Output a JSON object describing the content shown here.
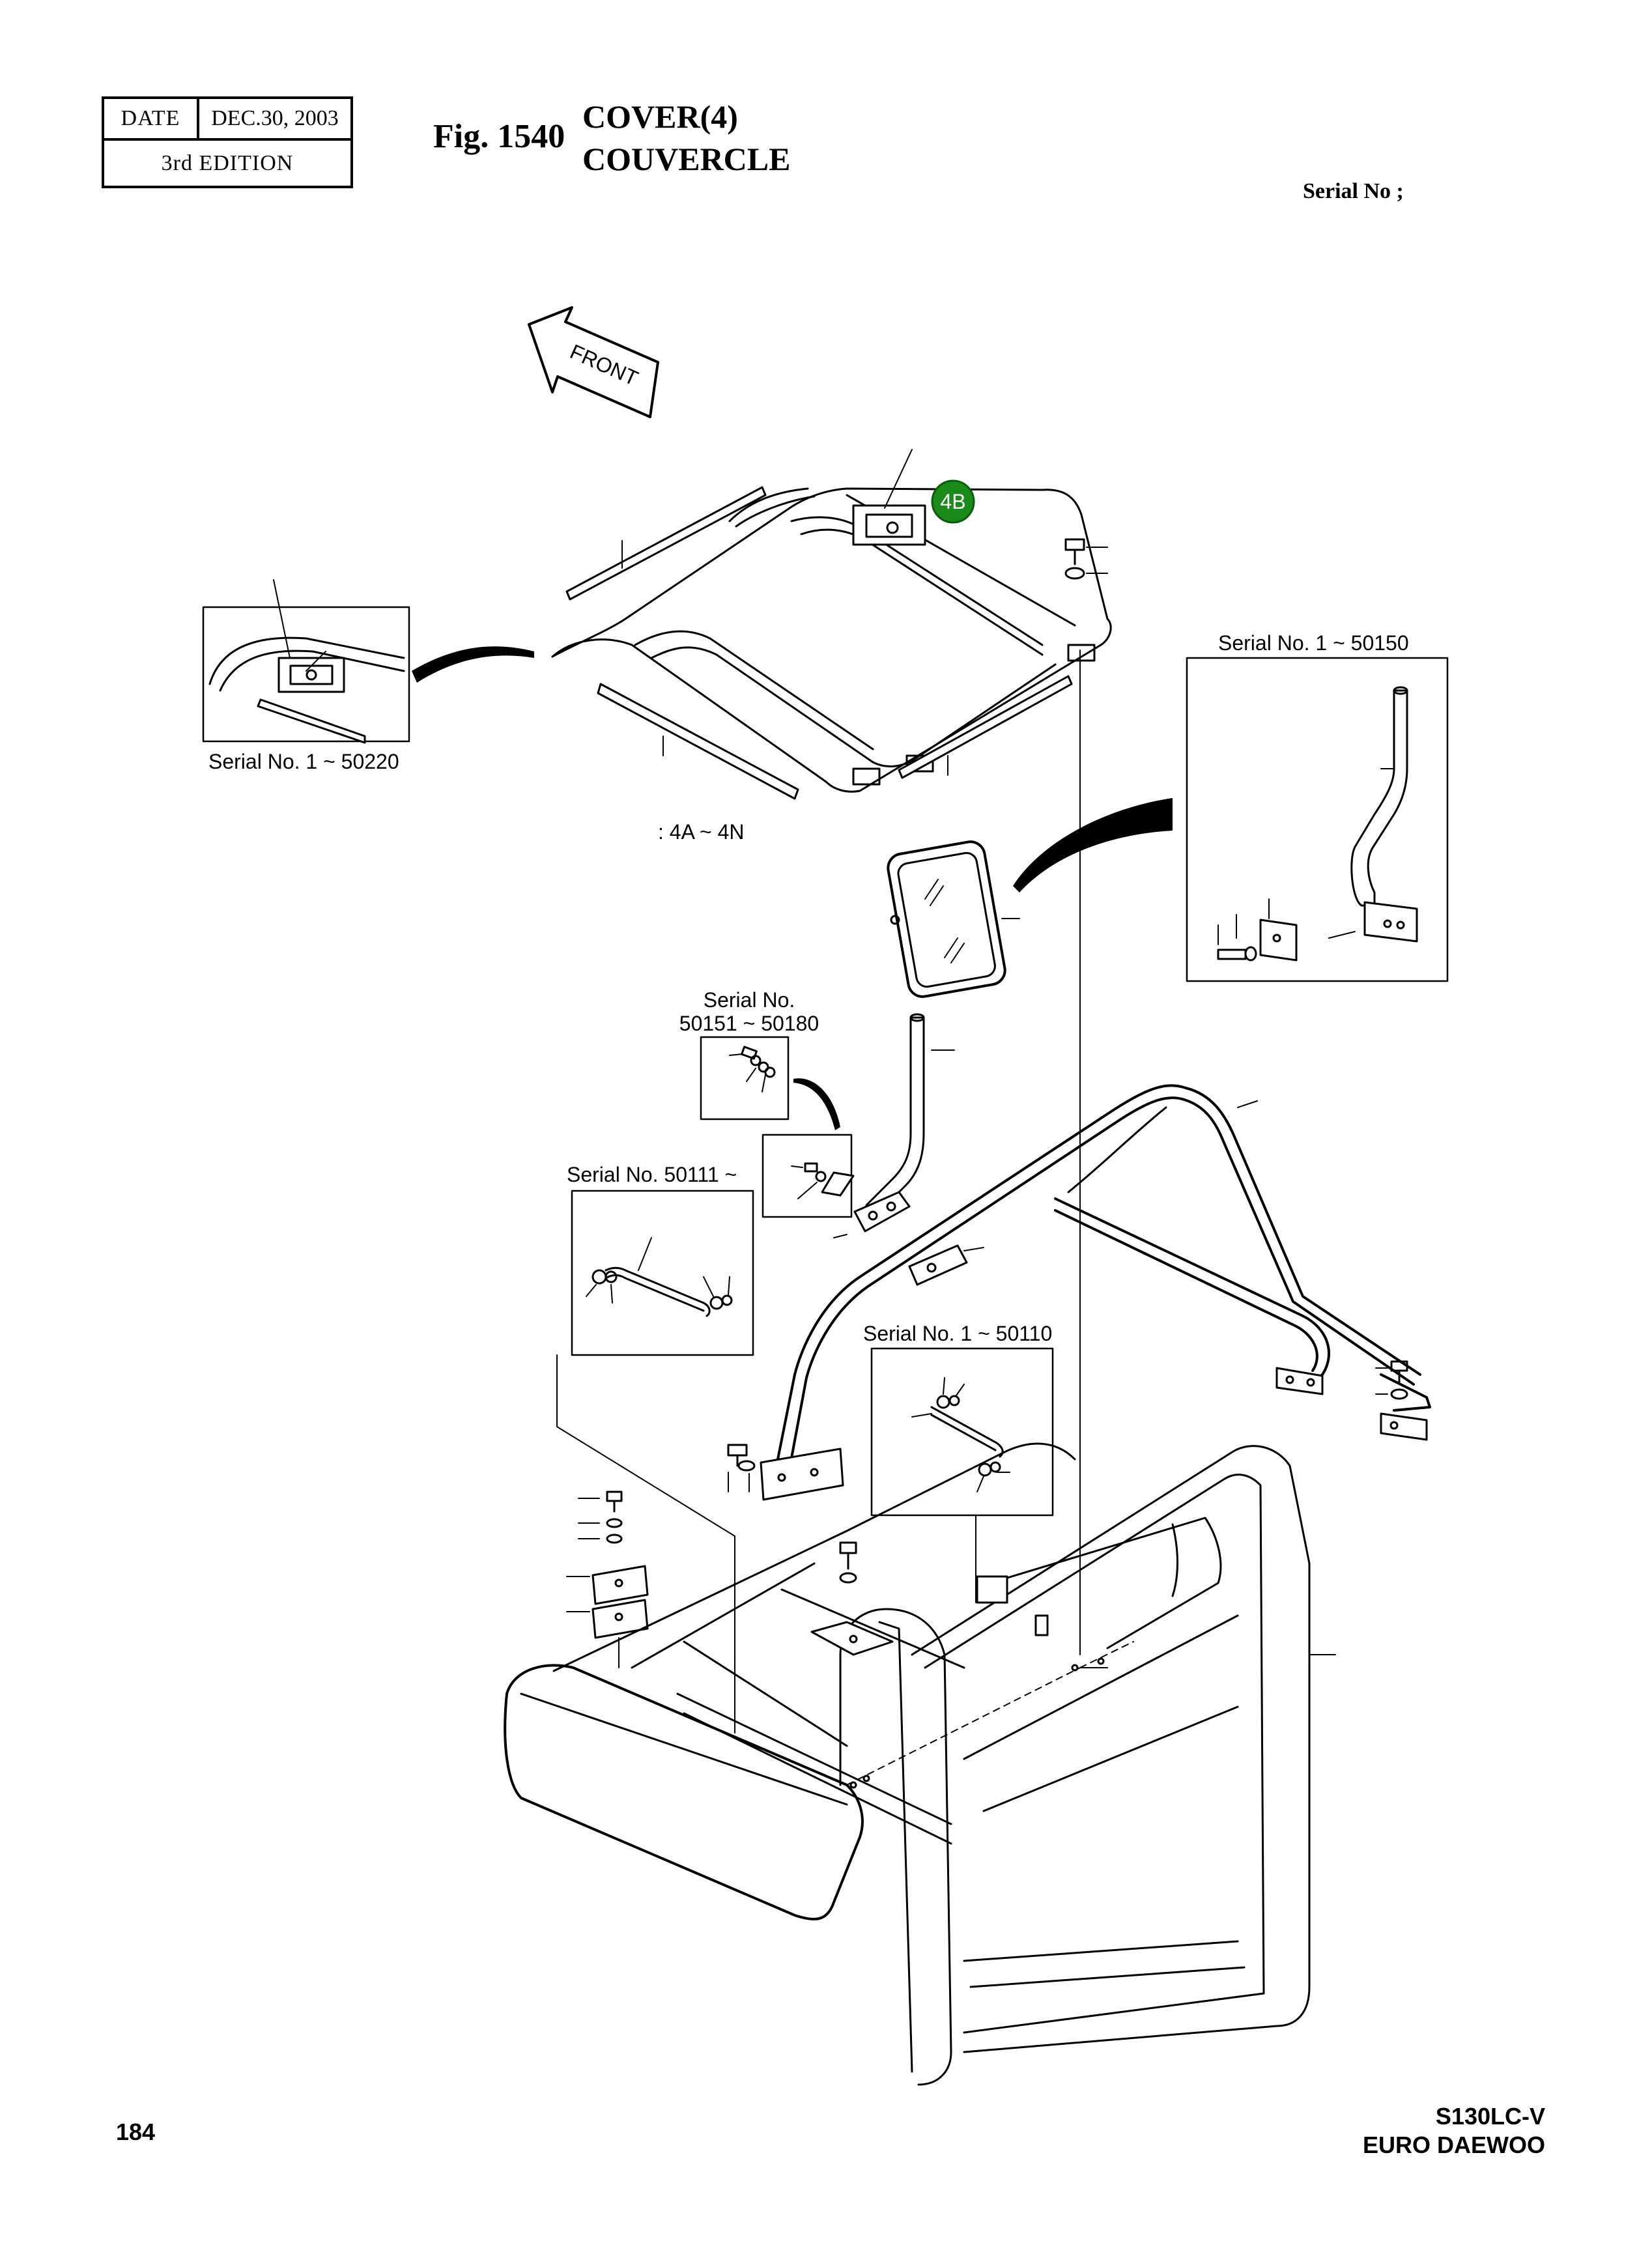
{
  "header": {
    "date_label": "DATE",
    "date_value": "DEC.30, 2003",
    "edition": "3rd  EDITION",
    "fig_number": "Fig. 1540",
    "title_en": "COVER(4)",
    "title_fr": "COUVERCLE",
    "serial_header": "Serial No ;"
  },
  "drawing": {
    "front_arrow": "FRONT",
    "callout_badge": "4B",
    "badge_color": "#1a8a1a",
    "range_note": ": 4A ~ 4N",
    "serial_labels": {
      "s50220": "Serial No. 1 ~ 50220",
      "s50150": "Serial No. 1 ~ 50150",
      "s50151_line1": "Serial No.",
      "s50151_line2": "50151 ~ 50180",
      "s50111": "Serial No. 50111 ~",
      "s50110": "Serial No. 1 ~ 50110"
    }
  },
  "footer": {
    "page_number": "184",
    "model": "S130LC-V",
    "maker": "EURO DAEWOO"
  }
}
